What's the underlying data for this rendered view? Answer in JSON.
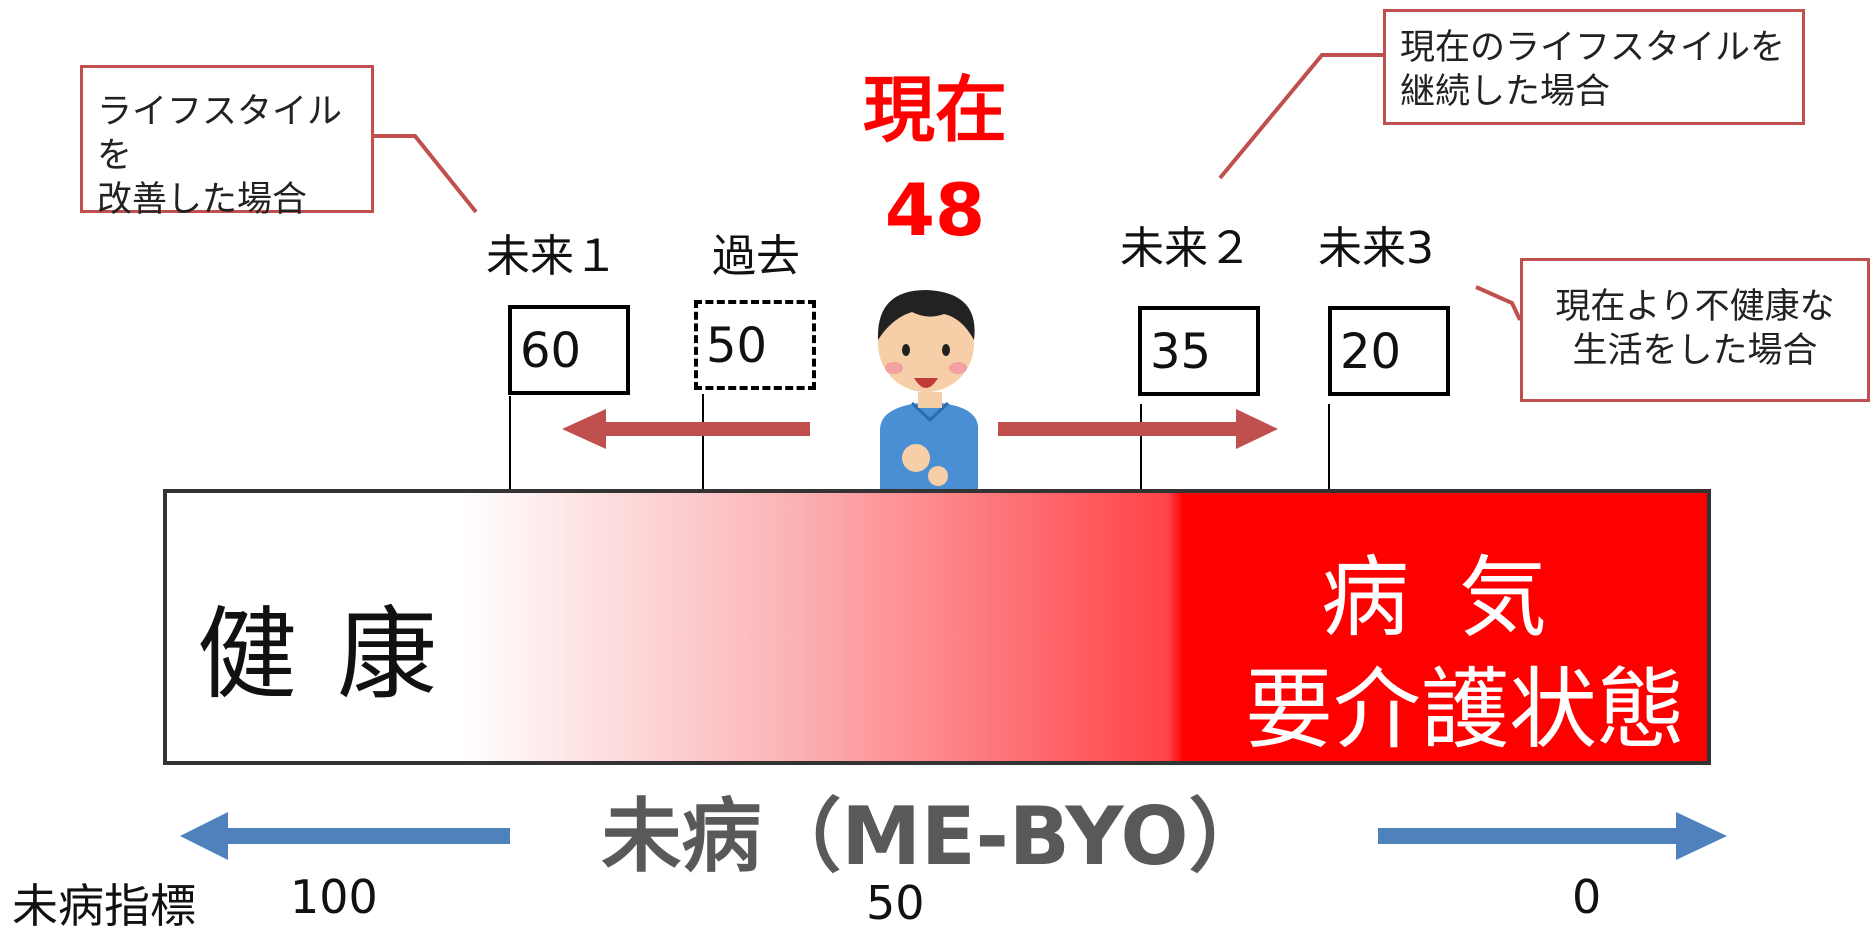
{
  "callouts": {
    "improve": [
      "ライフスタイルを",
      "改善した場合"
    ],
    "continue": [
      "現在のライフスタイルを",
      "継続した場合"
    ],
    "unhealthy": [
      "現在より不健康な",
      "生活をした場合"
    ]
  },
  "current": {
    "label": "現在",
    "value": "48"
  },
  "markers": [
    {
      "label": "未来１",
      "score": "60"
    },
    {
      "label": "過去",
      "score": "50"
    },
    {
      "label": "未来２",
      "score": "35"
    },
    {
      "label": "未来3",
      "score": "20"
    }
  ],
  "scale": {
    "healthy": "健康",
    "disease": "病気",
    "care": "要介護状態"
  },
  "mebyo_title": "未病（ME-BYO）",
  "axis": {
    "name": "未病指標",
    "left": "100",
    "middle": "50",
    "right": "0"
  },
  "colors": {
    "accent_red": "#ff0000",
    "callout_border": "#c0504d",
    "arrow_red": "#c0504d",
    "arrow_blue": "#4f81bd",
    "title_gray": "#595959"
  },
  "icons": [
    "person-illustration",
    "arrow-left",
    "arrow-right"
  ]
}
